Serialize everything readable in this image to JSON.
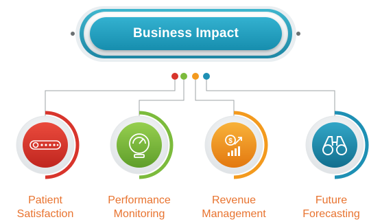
{
  "title": "Business Impact",
  "accent_colors": {
    "red": "#d8352c",
    "green": "#7cbb3c",
    "orange": "#f39a1e",
    "blue": "#1e90b4",
    "label": "#e8732f"
  },
  "dots": [
    {
      "name": "red-dot",
      "color": "#d8352c"
    },
    {
      "name": "green-dot",
      "color": "#7cbb3c"
    },
    {
      "name": "orange-dot",
      "color": "#f39a1e"
    },
    {
      "name": "blue-dot",
      "color": "#1e90b4"
    }
  ],
  "items": [
    {
      "line1": "Patient",
      "line2": "Satisfaction",
      "icon": "rating-stars-icon",
      "color": "#d8352c"
    },
    {
      "line1": "Performance",
      "line2": "Monitoring",
      "icon": "speedometer-icon",
      "color": "#7cbb3c"
    },
    {
      "line1": "Revenue",
      "line2": "Management",
      "icon": "revenue-growth-icon",
      "color": "#f39a1e"
    },
    {
      "line1": "Future",
      "line2": "Forecasting",
      "icon": "binoculars-icon",
      "color": "#1e90b4"
    }
  ]
}
